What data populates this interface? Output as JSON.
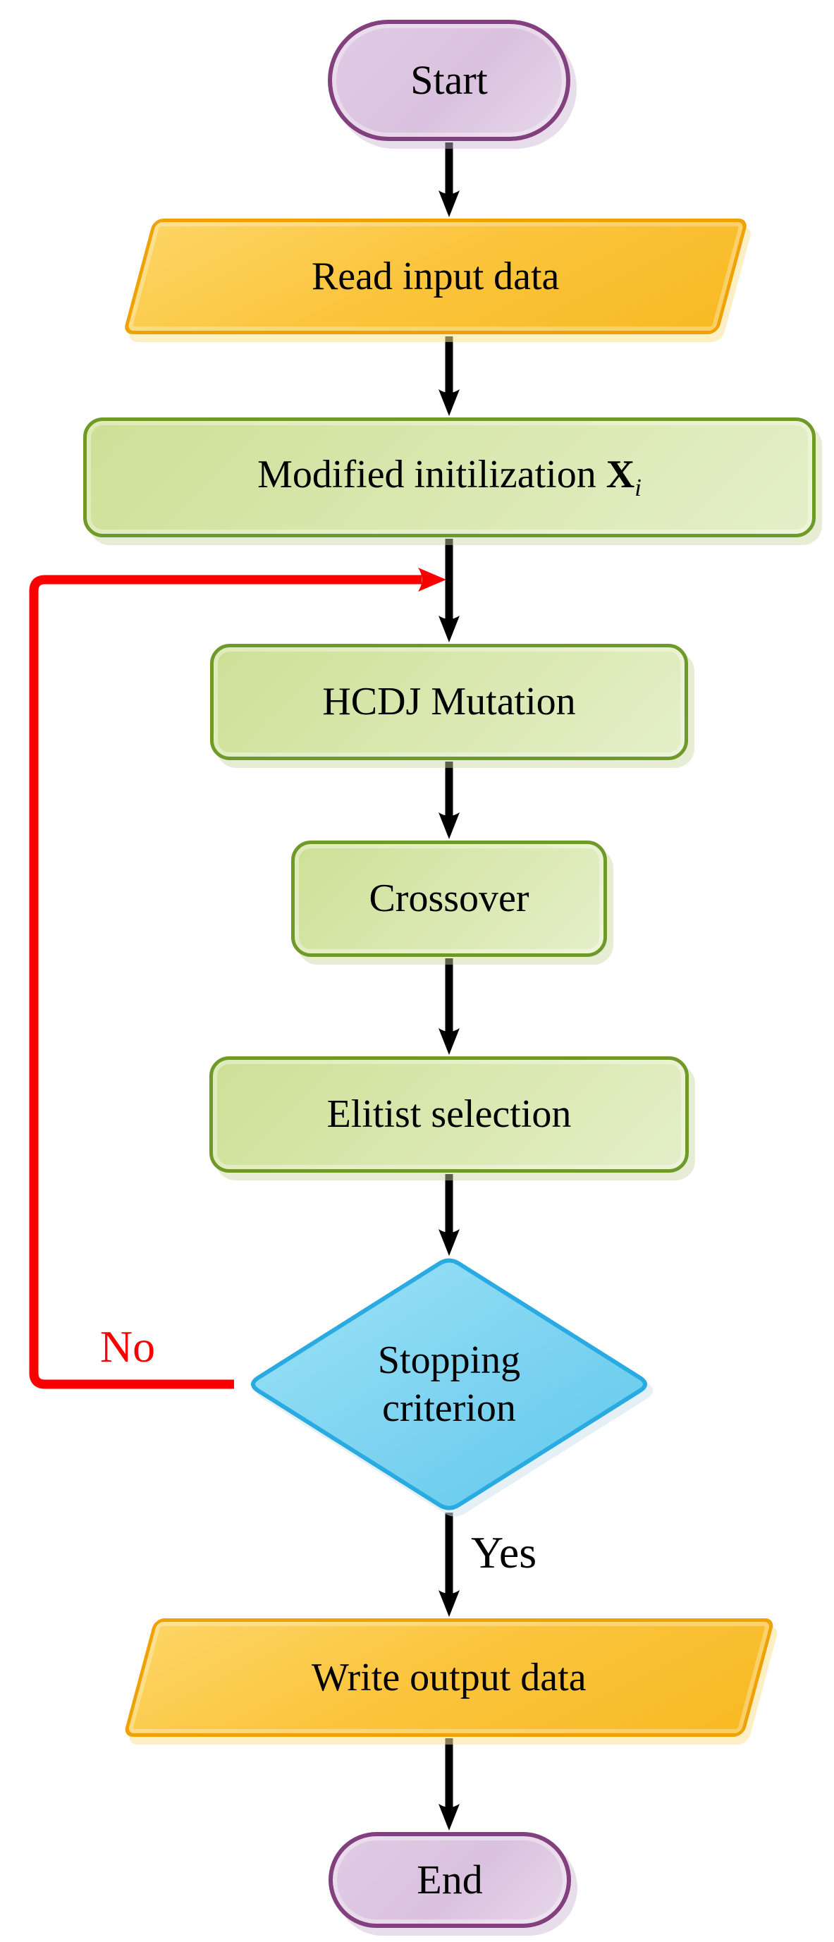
{
  "nodes": {
    "start": {
      "label": "Start",
      "type": "terminator"
    },
    "read_input": {
      "label": "Read input data",
      "type": "io"
    },
    "modified_init": {
      "text": "Modified initilization",
      "var": "X",
      "sub": "i",
      "type": "process"
    },
    "hcdj_mutation": {
      "label": "HCDJ Mutation",
      "type": "process"
    },
    "crossover": {
      "label": "Crossover",
      "type": "process"
    },
    "elitist_selection": {
      "label": "Elitist selection",
      "type": "process"
    },
    "stopping_criterion": {
      "line1": "Stopping",
      "line2": "criterion",
      "type": "decision"
    },
    "write_output": {
      "label": "Write output data",
      "type": "io"
    },
    "end": {
      "label": "End",
      "type": "terminator"
    }
  },
  "edges": {
    "no_label": "No",
    "yes_label": "Yes"
  },
  "colors": {
    "terminator_fill": "#dcc5e0",
    "terminator_border": "#82407f",
    "process_fill": "#d6e6a9",
    "process_border": "#6f9a28",
    "io_fill": "#fbc53e",
    "io_border": "#f0a202",
    "decision_fill": "#7fd4f0",
    "decision_border": "#29abe2",
    "arrow": "#000000",
    "loop_arrow": "#fb0000",
    "text": "#000000"
  }
}
